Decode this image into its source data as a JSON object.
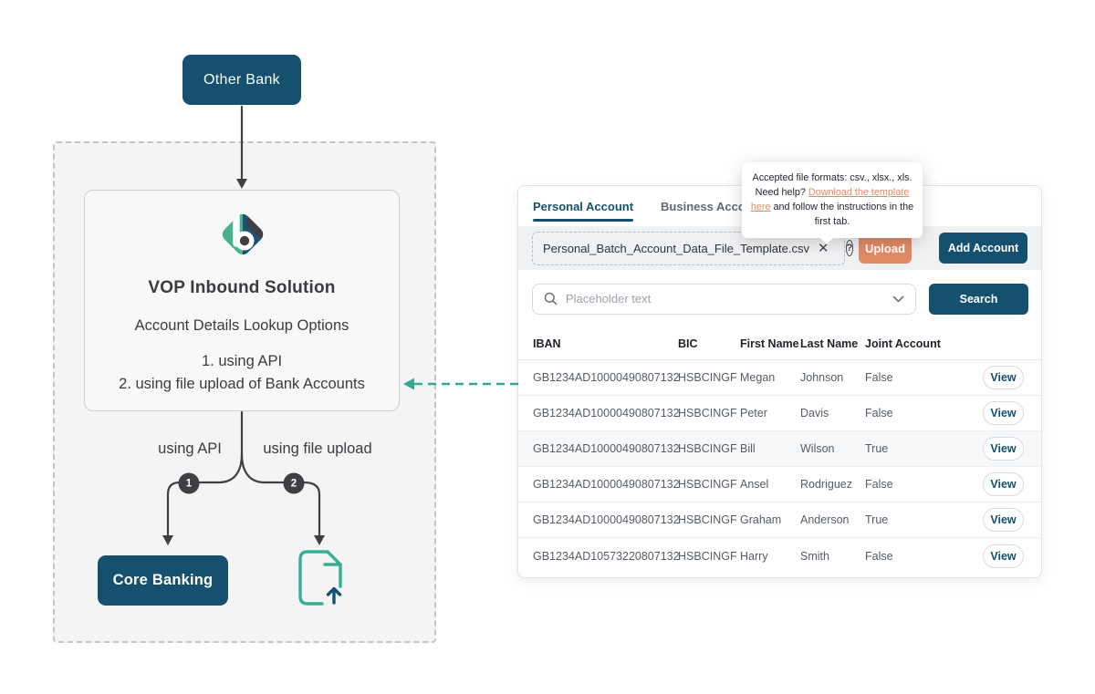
{
  "colors": {
    "dark_blue": "#15516f",
    "salmon": "#e28a66",
    "teal": "#3aae93",
    "charcoal": "#3e3e43"
  },
  "diagram": {
    "other_bank": "Other Bank",
    "title": "VOP Inbound Solution",
    "subtitle": "Account Details Lookup Options",
    "option1": "1. using API",
    "option2": "2. using file upload of Bank Accounts",
    "branch1_label": "using API",
    "branch2_label": "using file upload",
    "step1": "1",
    "step2": "2",
    "core_banking": "Core Banking"
  },
  "tooltip": {
    "line1": "Accepted file formats: csv., xlsx., xls.",
    "line2_text": "Need help? ",
    "line2_link": "Download the template",
    "line3_link": "here",
    "line3_text": " and follow the instructions in the",
    "line4": "first tab."
  },
  "panel": {
    "tabs": [
      {
        "label": "Personal Account"
      },
      {
        "label": "Business Account"
      }
    ],
    "upload": {
      "filename": "Personal_Batch_Account_Data_File_Template.csv",
      "clear_icon": "close-icon",
      "help_icon": "help-icon",
      "help_glyph": "?",
      "upload_label": "Upload",
      "add_account_label": "Add Account"
    },
    "search": {
      "placeholder": "Placeholder text",
      "button_label": "Search"
    },
    "table": {
      "columns": [
        "IBAN",
        "BIC",
        "First Name",
        "Last Name",
        "Joint Account"
      ],
      "action_label": "View",
      "rows": [
        {
          "iban": "GB1234AD10000490807132",
          "bic": "HSBCINGF",
          "first": "Megan",
          "last": "Johnson",
          "joint": "False"
        },
        {
          "iban": "GB1234AD10000490807132",
          "bic": "HSBCINGF",
          "first": "Peter",
          "last": "Davis",
          "joint": "False"
        },
        {
          "iban": "GB1234AD10000490807132",
          "bic": "HSBCINGF",
          "first": "Bill",
          "last": "Wilson",
          "joint": "True"
        },
        {
          "iban": "GB1234AD10000490807132",
          "bic": "HSBCINGF",
          "first": "Ansel",
          "last": "Rodriguez",
          "joint": "False"
        },
        {
          "iban": "GB1234AD10000490807132",
          "bic": "HSBCINGF",
          "first": "Graham",
          "last": "Anderson",
          "joint": "True"
        },
        {
          "iban": "GB1234AD10573220807132",
          "bic": "HSBCINGF",
          "first": "Harry",
          "last": "Smith",
          "joint": "False"
        }
      ]
    }
  }
}
